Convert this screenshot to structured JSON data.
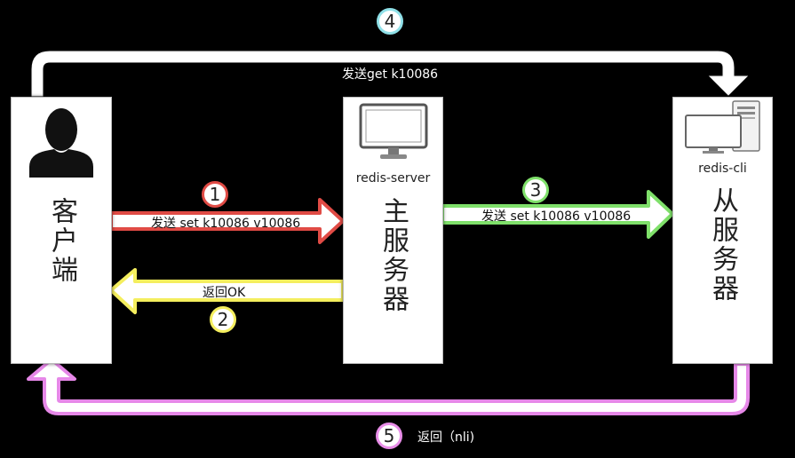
{
  "nodes": {
    "client": {
      "title": "客户端"
    },
    "master": {
      "caption": "redis-server",
      "title": "主服务器"
    },
    "slave": {
      "caption": "redis-cli",
      "title": "从服务器"
    }
  },
  "flows": [
    {
      "step": "1",
      "label": "发送 set k10086 v10086",
      "color": "#e04b45"
    },
    {
      "step": "2",
      "label": "返回OK",
      "color": "#f4ee5e"
    },
    {
      "step": "3",
      "label": "发送 set k10086 v10086",
      "color": "#7fe06a"
    },
    {
      "step": "4",
      "label": "发送get k10086",
      "color": "#8fe0e8"
    },
    {
      "step": "5",
      "label": "返回（nli)",
      "color": "#e88de8"
    }
  ],
  "icons": [
    "user-icon",
    "monitor-icon",
    "desktop-computer-icon"
  ]
}
